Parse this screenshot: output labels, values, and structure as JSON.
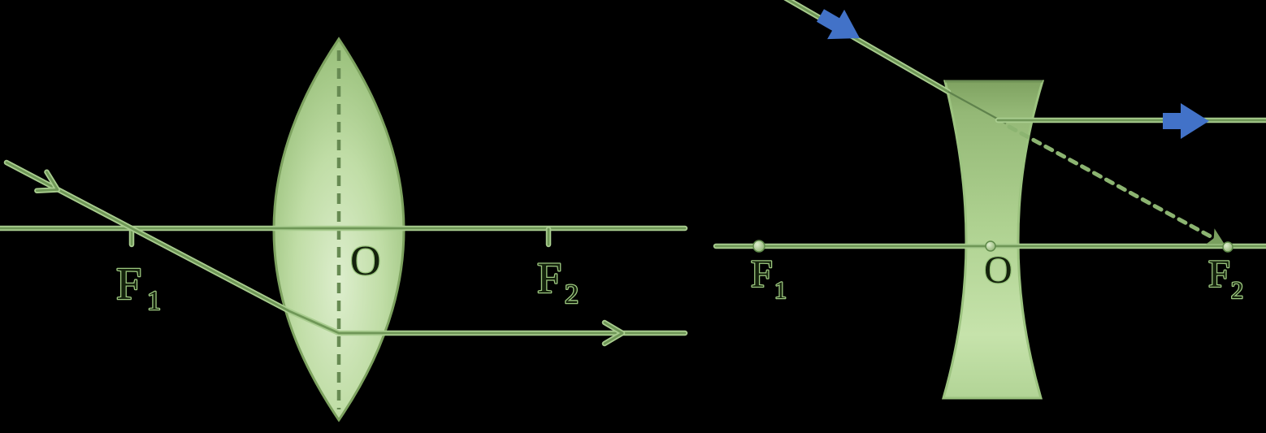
{
  "figure_background": "#000000",
  "colors": {
    "ray_green_glow": "#a9cd8f",
    "ray_green_core": "#6f9757",
    "lens_fill_light": "#d9edc8",
    "lens_fill_dark": "#7fa261",
    "lens_outline": "#7da25f",
    "label_ink": "#14220c",
    "label_glow": "#9cc77f",
    "arrow_blue": "#4272c8"
  },
  "left_diagram": {
    "labels": {
      "f1_base": "F",
      "f1_sub": "1",
      "center": "O",
      "f2_base": "F",
      "f2_sub": "2"
    }
  },
  "right_diagram": {
    "labels": {
      "f1_base": "F",
      "f1_sub": "1",
      "center": "O",
      "f2_base": "F",
      "f2_sub": "2"
    }
  }
}
